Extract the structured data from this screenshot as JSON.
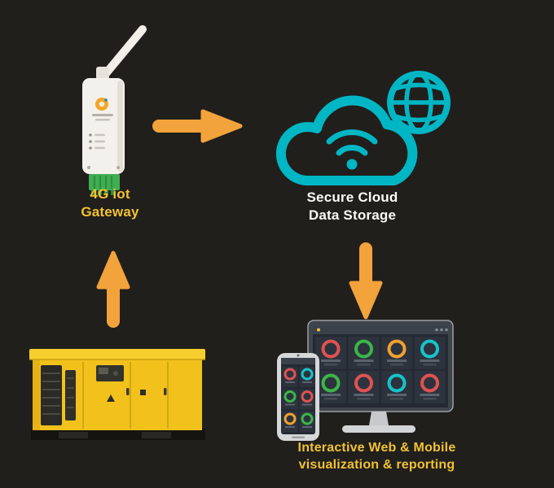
{
  "colors": {
    "background": "#211f1c",
    "accent_yellow": "#f1c232",
    "arrow_orange": "#f2a33c",
    "cloud_teal": "#00b6c4",
    "label_white": "#fdfbf5",
    "generator_yellow": "#f2c11c",
    "gauge_red": "#e05252",
    "gauge_green": "#3cb54a",
    "gauge_teal": "#17c3c9",
    "gauge_orange": "#f0a030"
  },
  "nodes": {
    "gateway": {
      "icon": "4g-iot-gateway-device-icon",
      "label_line1": "4G iot",
      "label_line2": "Gateway"
    },
    "cloud": {
      "icon": "cloud-wifi-globe-icon",
      "label_line1": "Secure Cloud",
      "label_line2": "Data Storage"
    },
    "generator": {
      "icon": "diesel-generator-icon"
    },
    "dashboard": {
      "icon": "desktop-and-mobile-dashboard-icon",
      "label_line1": "Interactive Web & Mobile",
      "label_line2": "visualization & reporting"
    }
  },
  "arrows": [
    {
      "icon": "arrow-right-icon",
      "from": "gateway",
      "to": "cloud"
    },
    {
      "icon": "arrow-up-icon",
      "from": "generator",
      "to": "gateway"
    },
    {
      "icon": "arrow-down-icon",
      "from": "cloud",
      "to": "dashboard"
    }
  ]
}
